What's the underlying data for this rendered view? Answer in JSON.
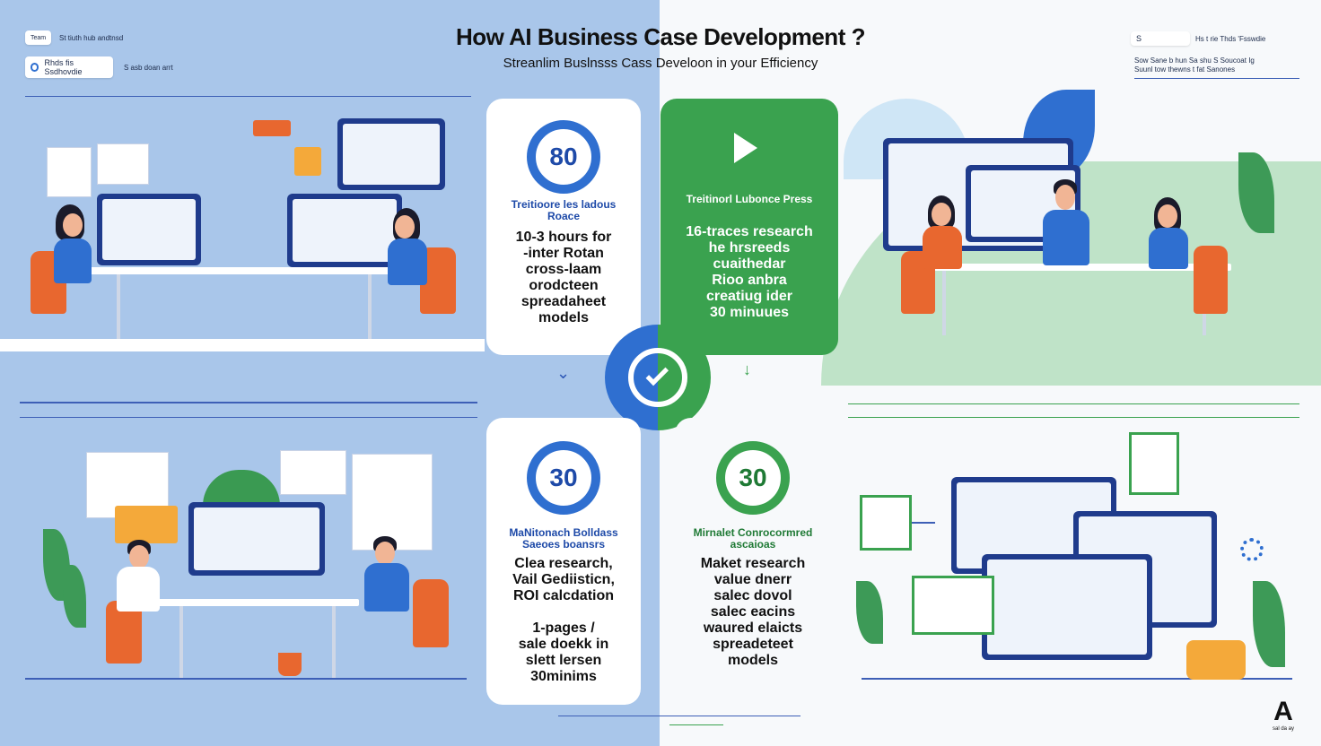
{
  "header": {
    "title": "How AI Business Case Development ?",
    "subtitle": "Streanlim Buslnsss Cass Develoon in your Efficiency"
  },
  "top_left": {
    "chip1": "Team",
    "chip1_text": "St tiuth hub andtnsd",
    "chip2": "Rhds fis Ssdhovdie",
    "chip2_text": "S asb doan arrt"
  },
  "top_right": {
    "chip": "S",
    "chip_text": "Hs t rie Thds 'Fsswdie",
    "line1": "Sow Sane b hun Sa shu S Soucoat Ig",
    "line2": "Suunl tow thewns t fat Sanones"
  },
  "cards": {
    "traditional_left": {
      "badge": "80",
      "heading": "Treitioore les ladous Roace",
      "body": "10-3 hours for\n-inter Rotan\ncross-laam\norodcteen\nspreadaheet\nmodels"
    },
    "traditional_right": {
      "heading": "Treitinorl Lubonce Press",
      "body": "16-traces research\nhe hrsreeds\ncuaithedar\nRioo anbra\ncreatiug ider\n30 minuues"
    },
    "ai_left": {
      "badge": "30",
      "heading": "MaNitonach Bolldass Saeoes boansrs",
      "body": "Clea research,\nVail Gediisticn,\nROI calcdation\n\n1-pages  /\nsale doekk in\nslett lersen\n30minims"
    },
    "ai_right": {
      "badge": "30",
      "heading": "Mirnalet Conrocormred ascaioas",
      "body": "Maket research\nvalue dnerr\nsalec dovol\nsalec eacins\nwaured elaicts\nspreadeteet\nmodels"
    }
  },
  "logo": {
    "mark": "A",
    "caption": "sal da ay"
  },
  "colors": {
    "left_bg": "#a9c6ea",
    "right_bg": "#f7f9fb",
    "blue_accent": "#2f6fd0",
    "green_accent": "#3aa24f",
    "chair_orange": "#e8672f"
  },
  "icons": [
    "refresh-check-icon",
    "play-icon",
    "down-arrow-icon",
    "brand-logo"
  ]
}
